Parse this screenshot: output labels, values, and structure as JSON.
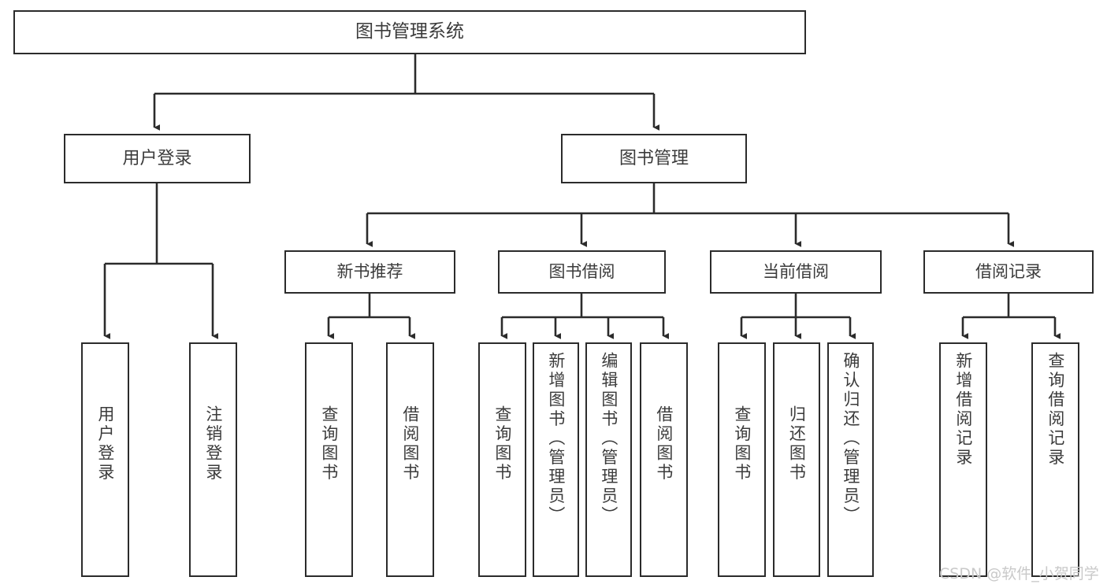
{
  "diagram": {
    "title": "图书管理系统",
    "type": "hierarchy-tree",
    "root": {
      "label": "图书管理系统"
    },
    "level2": [
      {
        "label": "用户登录"
      },
      {
        "label": "图书管理"
      }
    ],
    "level3": [
      {
        "label": "新书推荐"
      },
      {
        "label": "图书借阅"
      },
      {
        "label": "当前借阅"
      },
      {
        "label": "借阅记录"
      }
    ],
    "leaves": {
      "user_login": [
        {
          "label": "用户登录"
        },
        {
          "label": "注销登录"
        }
      ],
      "new_book_recommend": [
        {
          "label": "查询图书"
        },
        {
          "label": "借阅图书"
        }
      ],
      "book_borrow": [
        {
          "label": "查询图书"
        },
        {
          "label": "新增图书（管理员）"
        },
        {
          "label": "编辑图书（管理员）"
        },
        {
          "label": "借阅图书"
        }
      ],
      "current_borrow": [
        {
          "label": "查询图书"
        },
        {
          "label": "归还图书"
        },
        {
          "label": "确认归还（管理员）"
        }
      ],
      "borrow_record": [
        {
          "label": "新增借阅记录"
        },
        {
          "label": "查询借阅记录"
        }
      ]
    }
  },
  "watermark": {
    "text": "CSDN @软件_小贺同学"
  },
  "colors": {
    "stroke": "#2b2b2b",
    "text": "#3b3b3b",
    "background": "#ffffff",
    "watermark": "#c9c9c9"
  }
}
